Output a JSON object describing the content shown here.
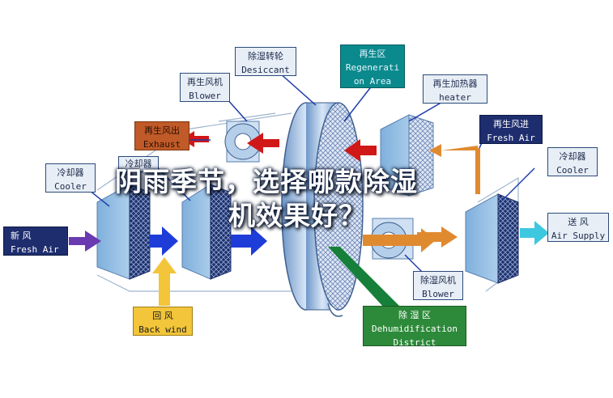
{
  "labels": {
    "desiccant": {
      "cn": "除湿转轮",
      "en": "Desiccant"
    },
    "regeneration": {
      "cn": "再生区",
      "en1": "Regenerati",
      "en2": "on Area"
    },
    "regen_blower": {
      "cn": "再生风机",
      "en": "Blower"
    },
    "regen_heater": {
      "cn": "再生加热器",
      "en": "heater"
    },
    "regen_exhaust": {
      "cn": "再生风出",
      "en": "Exhaust"
    },
    "regen_fresh": {
      "cn": "再生风进",
      "en": "Fresh Air"
    },
    "cooler_left": {
      "cn": "冷却器",
      "en": "Cooler"
    },
    "cooler_mid": {
      "cn": "冷却器"
    },
    "cooler_right": {
      "cn": "冷却器",
      "en": "Cooler"
    },
    "fresh_air": {
      "cn": "新    风",
      "en": "Fresh Air"
    },
    "supply_air": {
      "cn": "送  风",
      "en": "Air Supply"
    },
    "back_wind": {
      "cn": "回    风",
      "en": "Back wind"
    },
    "dehum_blower": {
      "cn": "除湿风机",
      "en": "Blower"
    },
    "dehum_district": {
      "cn": "除    湿    区",
      "en1": "Dehumidification",
      "en2": "District"
    }
  },
  "overlay": {
    "line1": "阴雨季节，选择哪款除湿",
    "line2": "机效果好？"
  },
  "colors": {
    "arrow_blue": "#1e3cd8",
    "arrow_red": "#d01818",
    "arrow_orange": "#e08a30",
    "arrow_yellow": "#f2c53a",
    "arrow_purple": "#6a3ab0",
    "arrow_cyan": "#3ec8e0",
    "unit_blue": "#9ec8ea",
    "leader_green": "#16803a"
  }
}
